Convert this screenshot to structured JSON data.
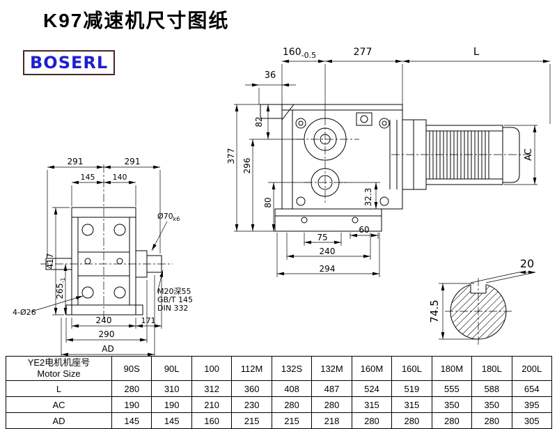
{
  "page": {
    "title": "K97减速机尺寸图纸"
  },
  "brand": {
    "name": "BOSERL"
  },
  "dims": {
    "front": {
      "w160": "160",
      "w160_tol": "-0.5",
      "w277": "277",
      "wL": "L",
      "w36": "36",
      "h82": "82",
      "h296": "296",
      "h377": "377",
      "h80": "80",
      "h32_3": "32.3",
      "w75": "75",
      "w60": "60",
      "w240": "240",
      "w294": "294",
      "hAC": "AC"
    },
    "side": {
      "w291a": "291",
      "w291b": "291",
      "w145": "145",
      "w140": "140",
      "shaft_dia": "Ø70",
      "shaft_fit": "k6",
      "h417": "417",
      "h265": "265",
      "h265_tol": "-1",
      "thread_note_1": "M20深55",
      "thread_note_2": "GB/T 145",
      "thread_note_3": "DIN 332",
      "holes": "4-Ø26",
      "w240": "240",
      "w171": "171",
      "w290": "290",
      "wAD": "AD"
    },
    "section": {
      "key_width": "20",
      "key_height": "74.5"
    }
  },
  "table": {
    "header_cn": "YE2电机机座号",
    "header_en": "Motor Size",
    "columns": [
      "90S",
      "90L",
      "100",
      "112M",
      "132S",
      "132M",
      "160M",
      "160L",
      "180M",
      "180L",
      "200L"
    ],
    "rows": [
      {
        "label": "L",
        "values": [
          "280",
          "310",
          "312",
          "360",
          "408",
          "487",
          "524",
          "519",
          "555",
          "588",
          "654"
        ]
      },
      {
        "label": "AC",
        "values": [
          "190",
          "190",
          "210",
          "230",
          "280",
          "280",
          "315",
          "315",
          "350",
          "350",
          "395"
        ]
      },
      {
        "label": "AD",
        "values": [
          "145",
          "145",
          "160",
          "215",
          "215",
          "218",
          "280",
          "280",
          "280",
          "280",
          "305"
        ]
      }
    ]
  }
}
